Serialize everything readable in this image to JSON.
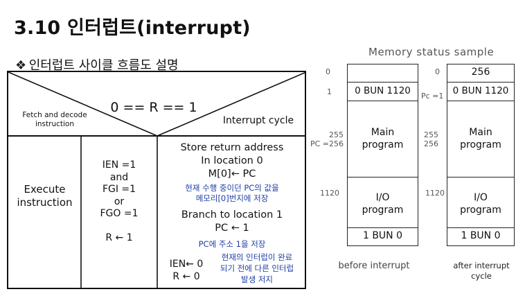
{
  "title": "3.10 인터럽트(interrupt)",
  "subtitle": {
    "bullet": "❖",
    "text": "인터럽트 사이클 흐름도 설명"
  },
  "flowchart": {
    "condition": "0 == R == 1",
    "fetch_label": "Fetch and decode\ninstruction",
    "interrupt_label": "Interrupt cycle",
    "execute_label": "Execute\ninstruction",
    "check": [
      "IEN =1",
      "and",
      "FGI =1",
      "or",
      "FGO =1",
      "",
      "R ← 1"
    ],
    "store": "Store return address",
    "in_location": "In location 0",
    "m0": "M[0]← PC",
    "note1": "현재 수행 중이던 PC의 값을\n메모리[0]번지에 저장",
    "branch": "Branch to location 1",
    "pc1": "PC ← 1",
    "note2": "PC에 주소 1을 저장",
    "ien0": "IEN← 0\nR ← 0",
    "note3": "현재의 인터럽이 완료\n되기 전에 다른 인터럽\n발생 저지"
  },
  "memory": {
    "title": "Memory status sample",
    "before": {
      "addr_0": "0",
      "addr_1": "1",
      "addr_255": "255",
      "addr_pc": "PC =256",
      "addr_1120": "1120",
      "cell_top": "",
      "cell_1": "0  BUN  1120",
      "main": "Main\nprogram",
      "io": "I/O\nprogram",
      "cell_last": "1   BUN   0",
      "caption": "before interrupt"
    },
    "after": {
      "addr_0": "0",
      "addr_pc1": "Pc =1",
      "addr_255": "255\n256",
      "addr_1120": "1120",
      "cell_top": "256",
      "cell_1": "0  BUN  1120",
      "main": "Main\nprogram",
      "io": "I/O\nprogram",
      "cell_last": "1   BUN   0",
      "caption": "after interrupt\ncycle"
    }
  }
}
